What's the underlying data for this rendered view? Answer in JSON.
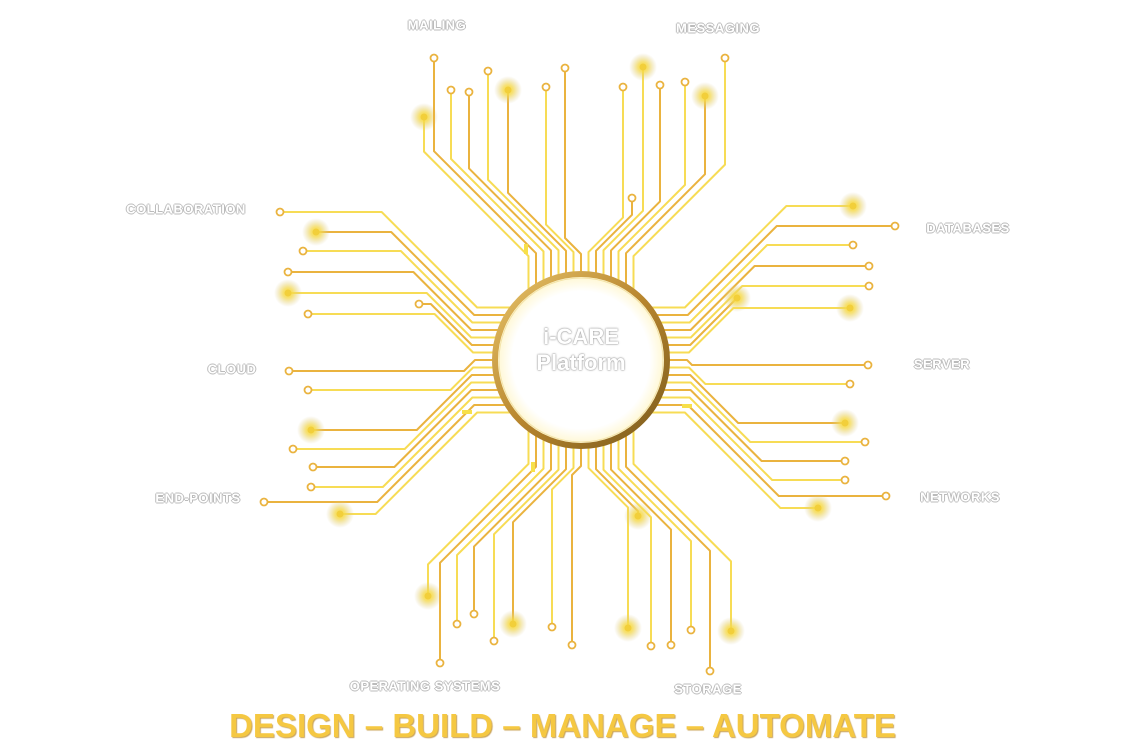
{
  "center": {
    "line1": "i-CARE",
    "line2": "Platform"
  },
  "labels": {
    "mailing": "MAILING",
    "messaging": "MESSAGING",
    "collaboration": "COLLABORATION",
    "cloud": "CLOUD",
    "end_points": "END-POINTS",
    "databases": "DATABASES",
    "server": "SERVER",
    "networks": "NETWORKS",
    "operating_systems": "OPERATING SYSTEMS",
    "storage": "STORAGE"
  },
  "tagline": "DESIGN – BUILD – MANAGE – AUTOMATE",
  "colors": {
    "trace": "#eab33f",
    "trace_light": "#f7dc55",
    "ring": "#b8862e",
    "tagline": "#f5c842",
    "glow": "#f5d94a"
  }
}
